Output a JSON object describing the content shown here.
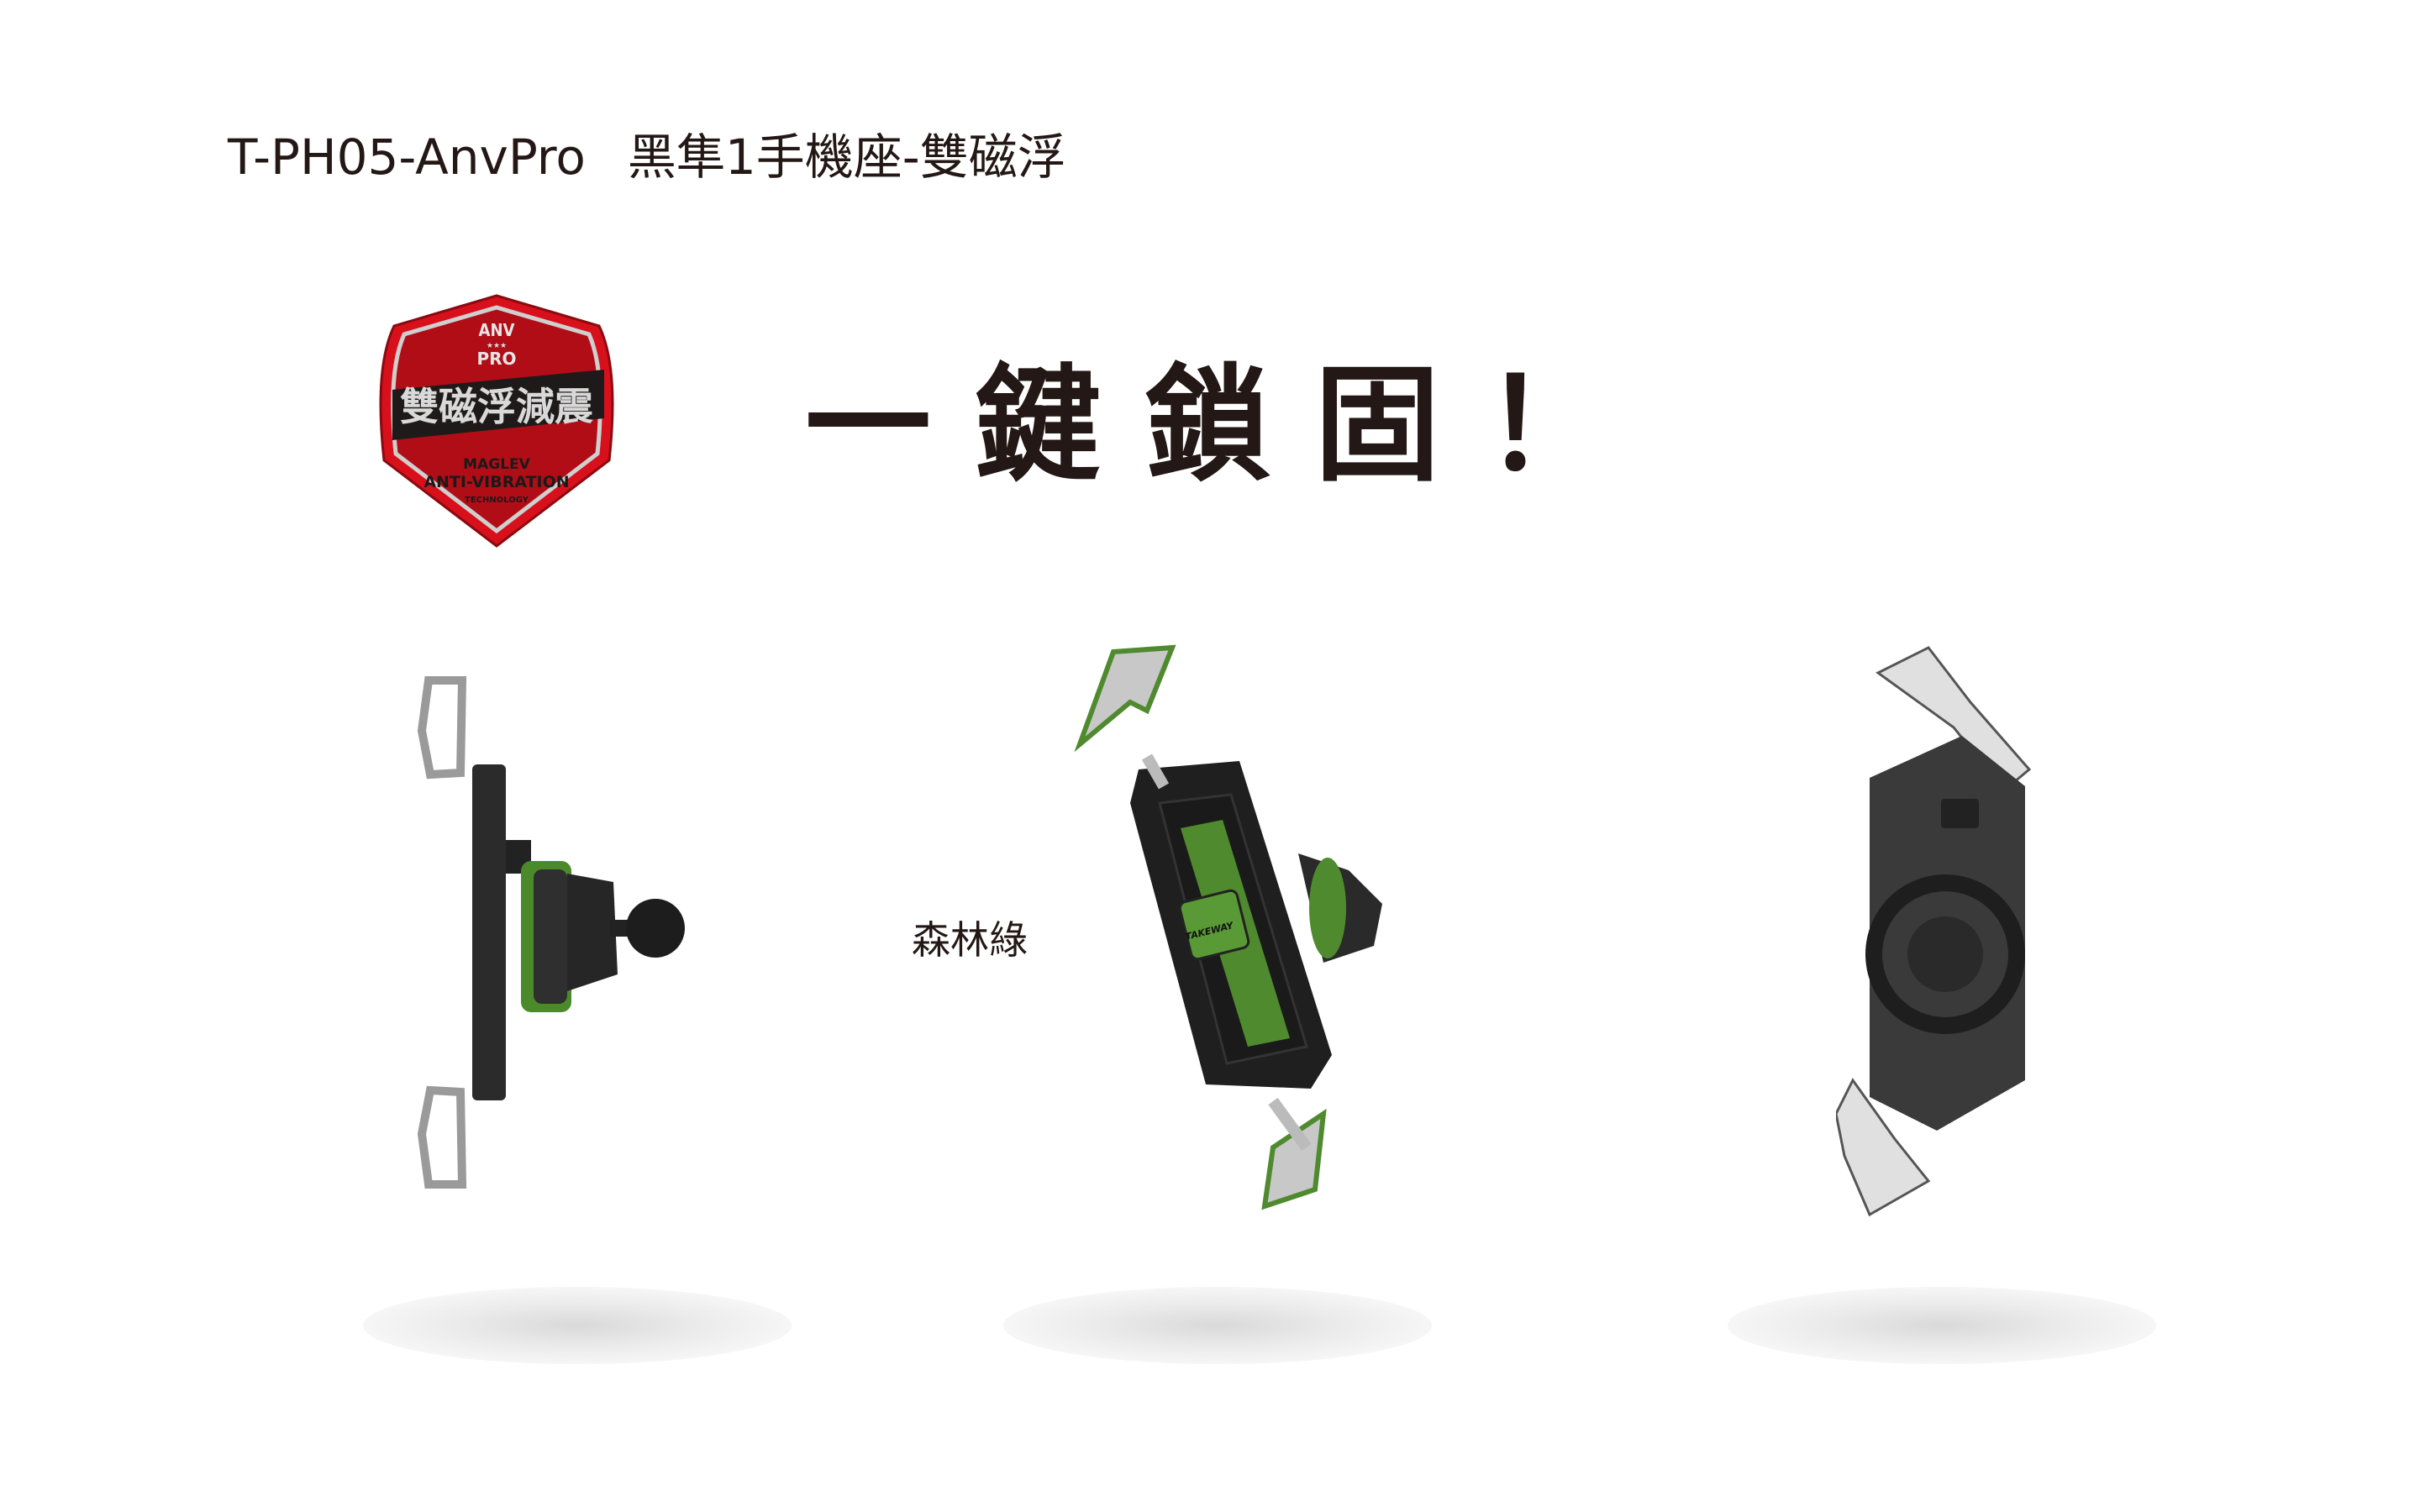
{
  "header": {
    "model": "T-PH05-AnvPro",
    "product_name": "黑隼1手機座-雙磁浮"
  },
  "headline": "一鍵鎖固！",
  "badge": {
    "line1": "ANV",
    "line2": "PRO",
    "main": "雙磁浮減震",
    "sub1": "MAGLEV",
    "sub2": "ANTI-VIBRATION",
    "sub3": "TECHNOLOGY"
  },
  "variant": {
    "color_name": "森林綠",
    "accent": "#4f8a2e"
  },
  "product_views": [
    "side-view",
    "front-view",
    "back-view"
  ],
  "logo_text": "TAKEWAY"
}
